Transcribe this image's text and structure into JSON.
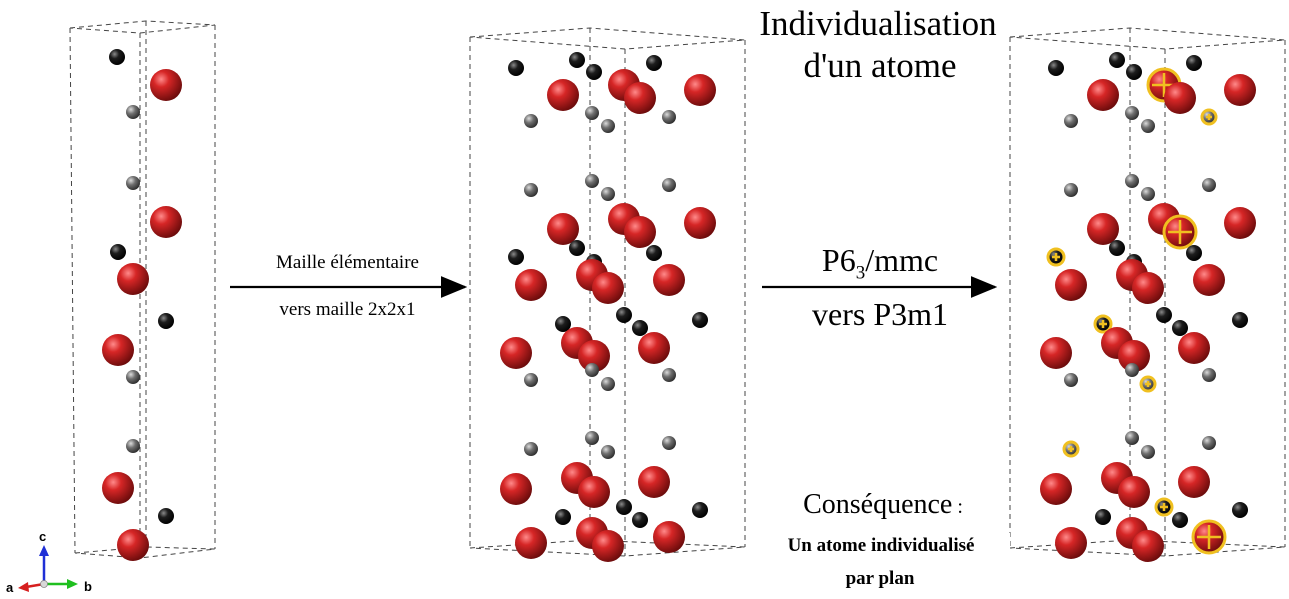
{
  "step1": {
    "line1": "Maille élémentaire",
    "line2": "vers maille 2x2x1"
  },
  "step2": {
    "line1_main": "P6",
    "line1_sub": "3",
    "line1_rest": "/mmc",
    "line2": "vers P3m1"
  },
  "title": {
    "line1": "Individualisation",
    "line2": "d'un atome"
  },
  "consequence": {
    "title": "Conséquence",
    "colon": " :",
    "line1": "Un atome individualisé",
    "line2": "par plan"
  },
  "axes": {
    "c": "c",
    "a": "a",
    "b": "b",
    "colors": {
      "c": "#1f2fd6",
      "a": "#d61f1f",
      "b": "#1fbf1f"
    }
  },
  "atom_colors": {
    "red": "#c41e1e",
    "black": "#1a1a1a",
    "grey": "#6b6b6b",
    "marked": "#f0c020"
  }
}
